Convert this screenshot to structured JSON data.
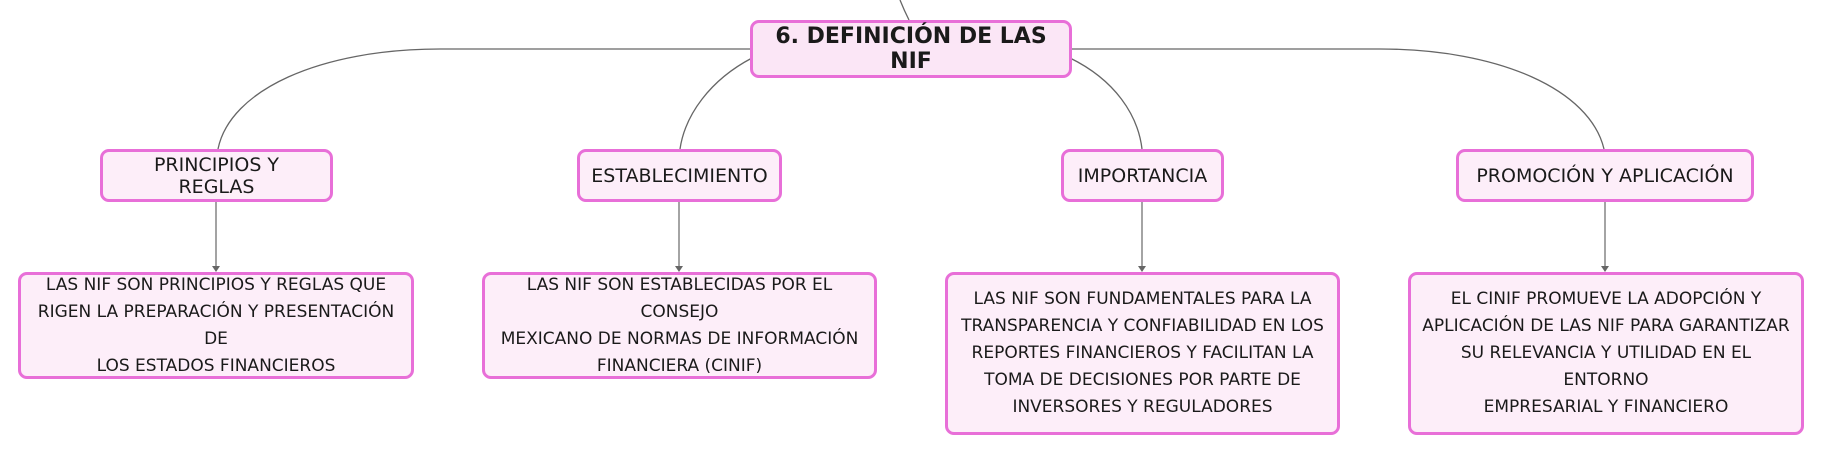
{
  "root": {
    "title": "6. DEFINICIÓN DE LAS NIF"
  },
  "branches": [
    {
      "label": "PRINCIPIOS Y REGLAS",
      "detail": "LAS NIF SON PRINCIPIOS Y REGLAS QUE\nRIGEN LA PREPARACIÓN Y PRESENTACIÓN DE\nLOS ESTADOS FINANCIEROS"
    },
    {
      "label": "ESTABLECIMIENTO",
      "detail": "LAS NIF SON ESTABLECIDAS POR EL CONSEJO\nMEXICANO DE NORMAS DE INFORMACIÓN\nFINANCIERA (CINIF)"
    },
    {
      "label": "IMPORTANCIA",
      "detail": "LAS NIF SON FUNDAMENTALES PARA LA\nTRANSPARENCIA Y CONFIABILIDAD EN LOS\nREPORTES FINANCIEROS Y FACILITAN LA\nTOMA DE DECISIONES POR PARTE DE\nINVERSORES Y REGULADORES"
    },
    {
      "label": "PROMOCIÓN Y APLICACIÓN",
      "detail": "EL CINIF PROMUEVE LA ADOPCIÓN Y\nAPLICACIÓN DE LAS NIF PARA GARANTIZAR\nSU RELEVANCIA Y UTILIDAD EN EL ENTORNO\nEMPRESARIAL Y FINANCIERO"
    }
  ],
  "colors": {
    "border": "#e86fd8",
    "fill": "#fdeef9",
    "connector": "#666666"
  }
}
